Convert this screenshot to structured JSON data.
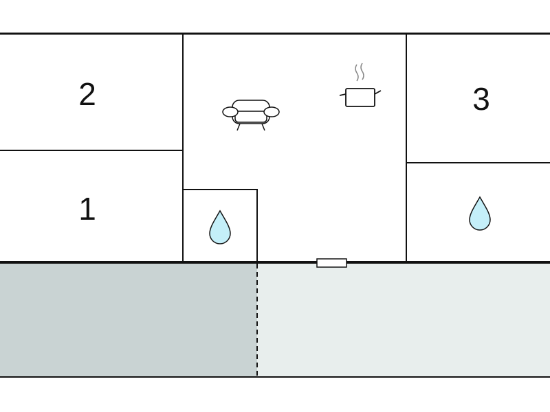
{
  "colors": {
    "wall": "#111111",
    "background": "#ffffff",
    "terrace_left": "#c9d3d3",
    "terrace_right": "#e8eeed",
    "water_drop": "#c4eff9",
    "window": "#ffffff"
  },
  "rooms": {
    "bedroom_1": {
      "number": "1"
    },
    "bedroom_2": {
      "number": "2"
    },
    "bedroom_3": {
      "number": "3"
    }
  },
  "icons": {
    "living": "sofa-icon",
    "kitchen": "cooking-pot-icon",
    "bathroom_small": "water-drop-icon",
    "bathroom_right": "water-drop-icon"
  }
}
